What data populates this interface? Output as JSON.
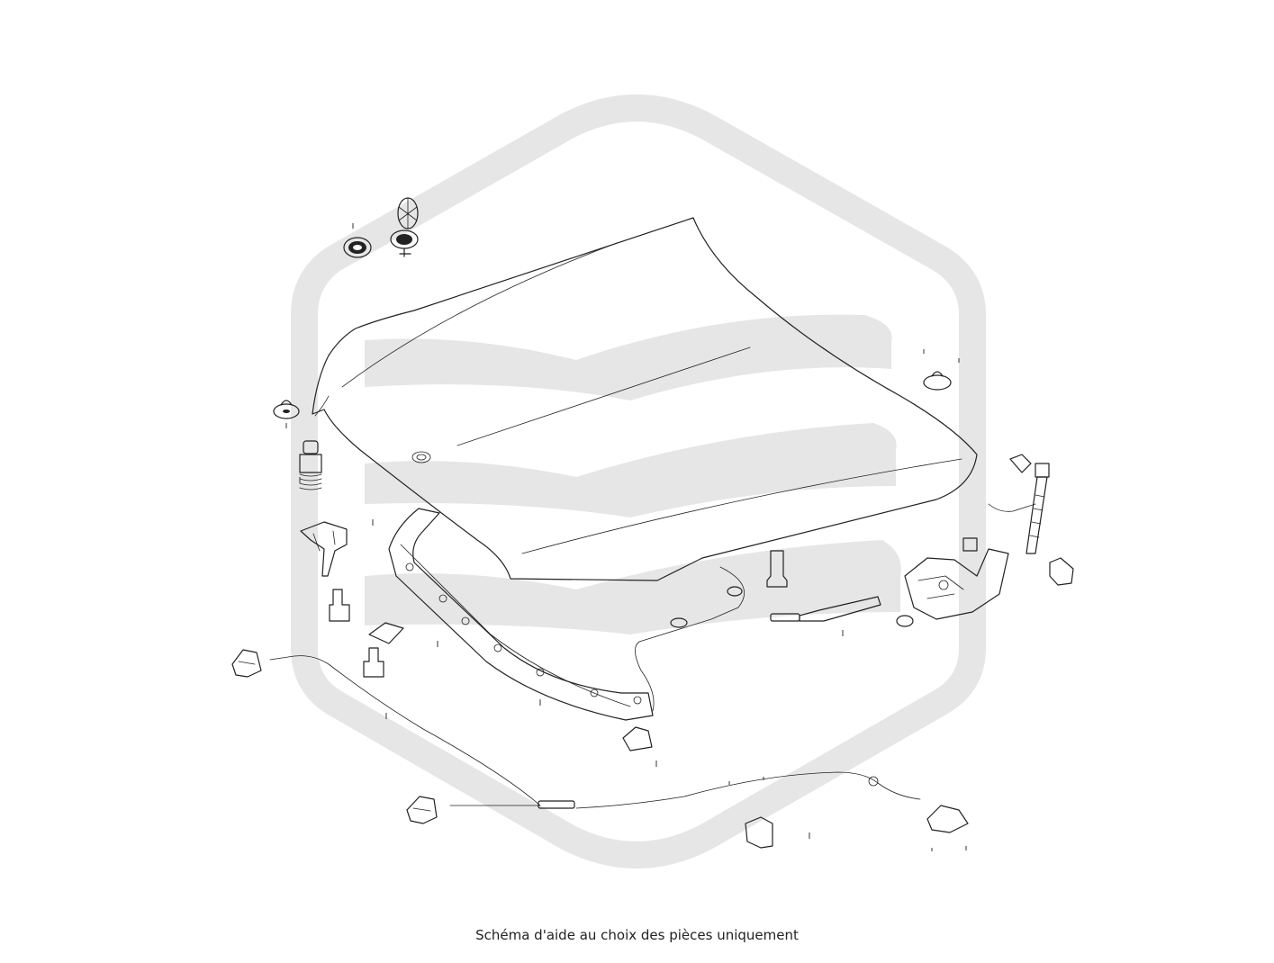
{
  "caption": "Schéma d'aide au choix des pièces uniquement",
  "colors": {
    "background": "#ffffff",
    "line": "#222222",
    "watermark": "#e6e6e6",
    "caption_text": "#222222"
  },
  "icons": {
    "watermark": "hexagon-logo-watermark"
  },
  "parts": [
    "bonnet-panel",
    "star-emblem",
    "emblem-seal",
    "hood-stopper",
    "spring-buffer",
    "hinge-bracket",
    "front-seal-strip",
    "release-cable",
    "release-handle",
    "gas-strut",
    "hood-latch",
    "bolt",
    "clip"
  ]
}
